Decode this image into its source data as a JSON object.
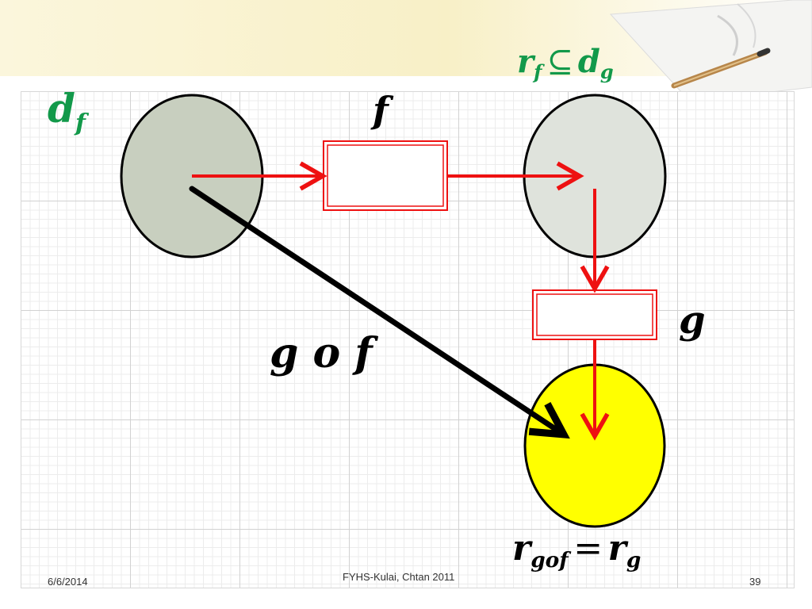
{
  "colors": {
    "green": "#12994a",
    "black": "#000000",
    "red": "#ee1111",
    "domain_fill": "#c8cfbf",
    "middle_fill": "#dfe3dc",
    "range_fill": "#ffff00"
  },
  "labels": {
    "d_base": "d",
    "d_sub": "f",
    "f_box": "f",
    "rf_base": "r",
    "rf_sub": "f",
    "subset_symbol": "⊆",
    "dg_base": "d",
    "dg_sub": "g",
    "g_box": "g",
    "composition": "g o f",
    "rgof_base": "r",
    "rgof_sub": "gof",
    "equals_symbol": "=",
    "rg_base": "r",
    "rg_sub": "g"
  },
  "footer": {
    "date": "6/6/2014",
    "credit": "FYHS-Kulai, Chtan 2011",
    "page_number": "39"
  }
}
